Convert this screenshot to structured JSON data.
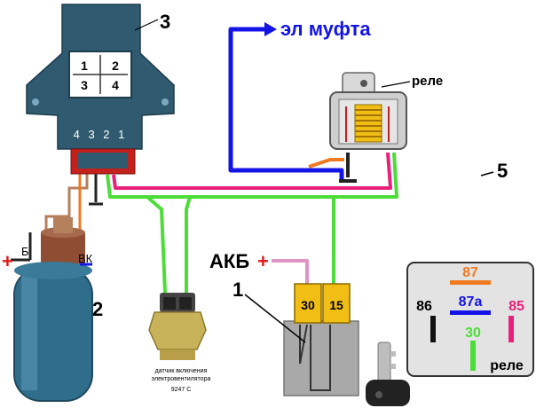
{
  "colors": {
    "blue_wire": "#1414e6",
    "green_wire": "#4ddd3a",
    "pink_wire": "#e8207a",
    "orange_wire": "#f07a22",
    "red_wire": "#e01a1a",
    "brown_wire": "#b5805c",
    "light_pink_wire": "#e094c2",
    "block_body": "#2f5a70",
    "connector_yellow": "#f0be14",
    "ignition_switch": "#a9a9a9",
    "relay_diagram_bg": "#e3e3e3"
  },
  "labels": {
    "clutch": "эл муфта",
    "relay_top": "реле",
    "num3": "3",
    "num5": "5",
    "num1": "1",
    "num2": "2",
    "akb": "АКБ",
    "plus": "+",
    "b_terminal": "Б",
    "vk_terminal": "ВК",
    "sensor_line1": "датчик включения",
    "sensor_line2": "электровентилятора",
    "sensor_line3": "9247 С"
  },
  "control_block": {
    "pins_grid": [
      "1",
      "2",
      "3",
      "4"
    ],
    "pins_row": "4 3 2 1"
  },
  "switch": {
    "terminal_30": "30",
    "terminal_15": "15"
  },
  "relay_diagram": {
    "pin_87": "87",
    "pin_87a": "87a",
    "pin_86": "86",
    "pin_85": "85",
    "pin_30": "30",
    "label": "реле"
  }
}
